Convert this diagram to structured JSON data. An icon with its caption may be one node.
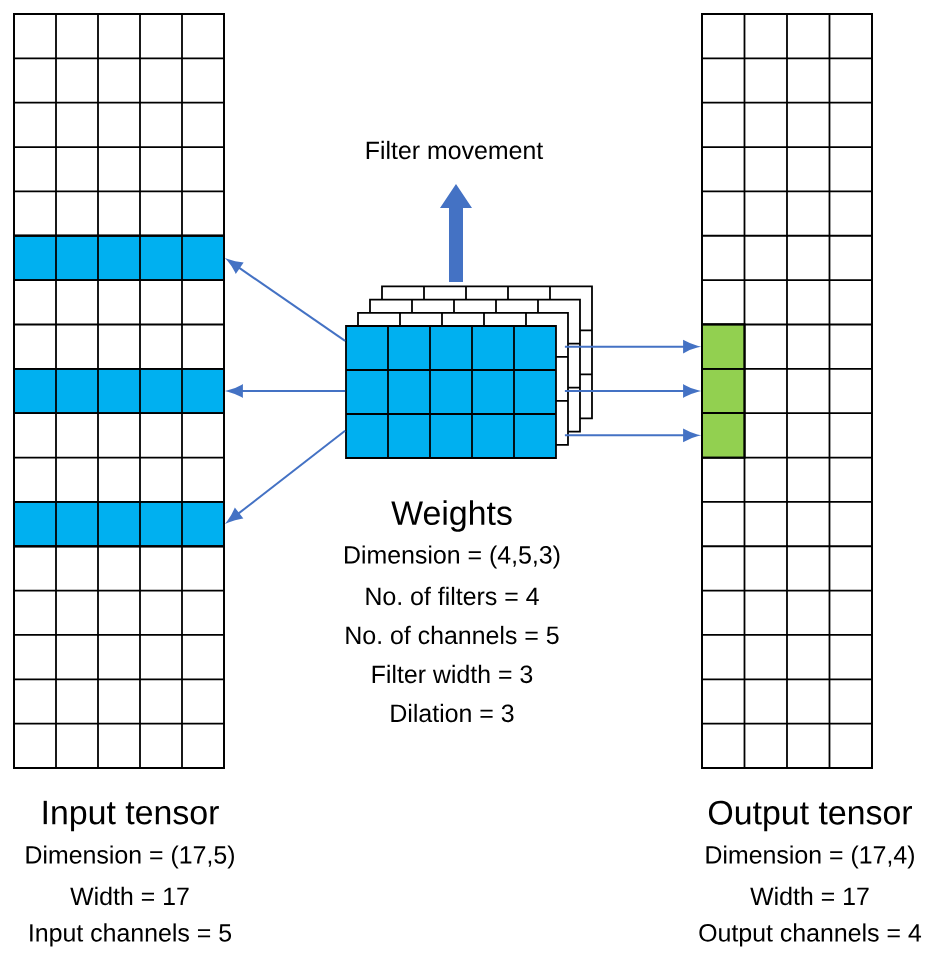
{
  "diagram": {
    "nodes": [
      {
        "text": [
          "Input tensor"
        ],
        "beside": [
          "Dimension = (17,5)",
          "Width = 17",
          "Input channels = 5"
        ]
      },
      {
        "text": [],
        "shape": "bar",
        "in": 0
      },
      {
        "text": [],
        "shape": "bar",
        "in": 0
      },
      {
        "text": [],
        "shape": "bar",
        "in": 0
      },
      {
        "text": [
          "Weights"
        ],
        "beside": [
          "Dimension = (4,5,3)",
          "No. of filters = 4",
          "No. of channels = 5",
          "Filter width = 3",
          "Dilation = 3"
        ]
      },
      {
        "text": [
          "Output tensor"
        ],
        "beside": [
          "Dimension = (17,4)",
          "Width = 17",
          "Output channels = 4"
        ]
      },
      {
        "text": [],
        "shape": "box",
        "in": 5
      },
      {
        "text": [],
        "shape": "box",
        "in": 5
      },
      {
        "text": [],
        "shape": "box",
        "in": 5
      }
    ],
    "edges": [
      {
        "from": 4,
        "to": 1,
        "arrow": "to"
      },
      {
        "from": 4,
        "to": 2,
        "arrow": "to"
      },
      {
        "from": 4,
        "to": 3,
        "arrow": "to"
      },
      {
        "from": 4,
        "to": 6,
        "arrow": "to"
      },
      {
        "from": 4,
        "to": 7,
        "arrow": "to"
      },
      {
        "from": 4,
        "to": 8,
        "arrow": "to"
      }
    ],
    "labels": [
      "Filter movement"
    ]
  }
}
